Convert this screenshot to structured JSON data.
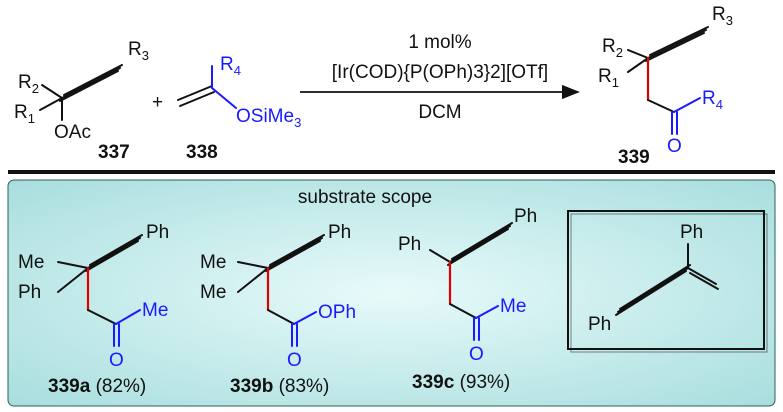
{
  "reaction": {
    "conditions_line1": "1 mol%",
    "conditions_line2": "[Ir(COD){P(OPh)3}2][OTf]",
    "solvent": "DCM",
    "plus": "+",
    "compound_337_label": "337",
    "compound_338_label": "338",
    "compound_339_label": "339",
    "r1": "R",
    "r2": "R",
    "r3": "R",
    "r4": "R",
    "oac": "OAc",
    "osime3": "OSiMe",
    "o": "O"
  },
  "scope": {
    "title": "substrate scope",
    "items": [
      {
        "label": "339a",
        "yield": "(82%)"
      },
      {
        "label": "339b",
        "yield": "(83%)"
      },
      {
        "label": "339c",
        "yield": "(93%)"
      }
    ],
    "ph": "Ph",
    "me": "Me",
    "oph": "OPh",
    "o": "O"
  },
  "colors": {
    "panel_background": "#cfeeee",
    "panel_border": "#2b5e5e",
    "highlight_bond": "#e00000",
    "heteroatom": "#1a1aff"
  }
}
